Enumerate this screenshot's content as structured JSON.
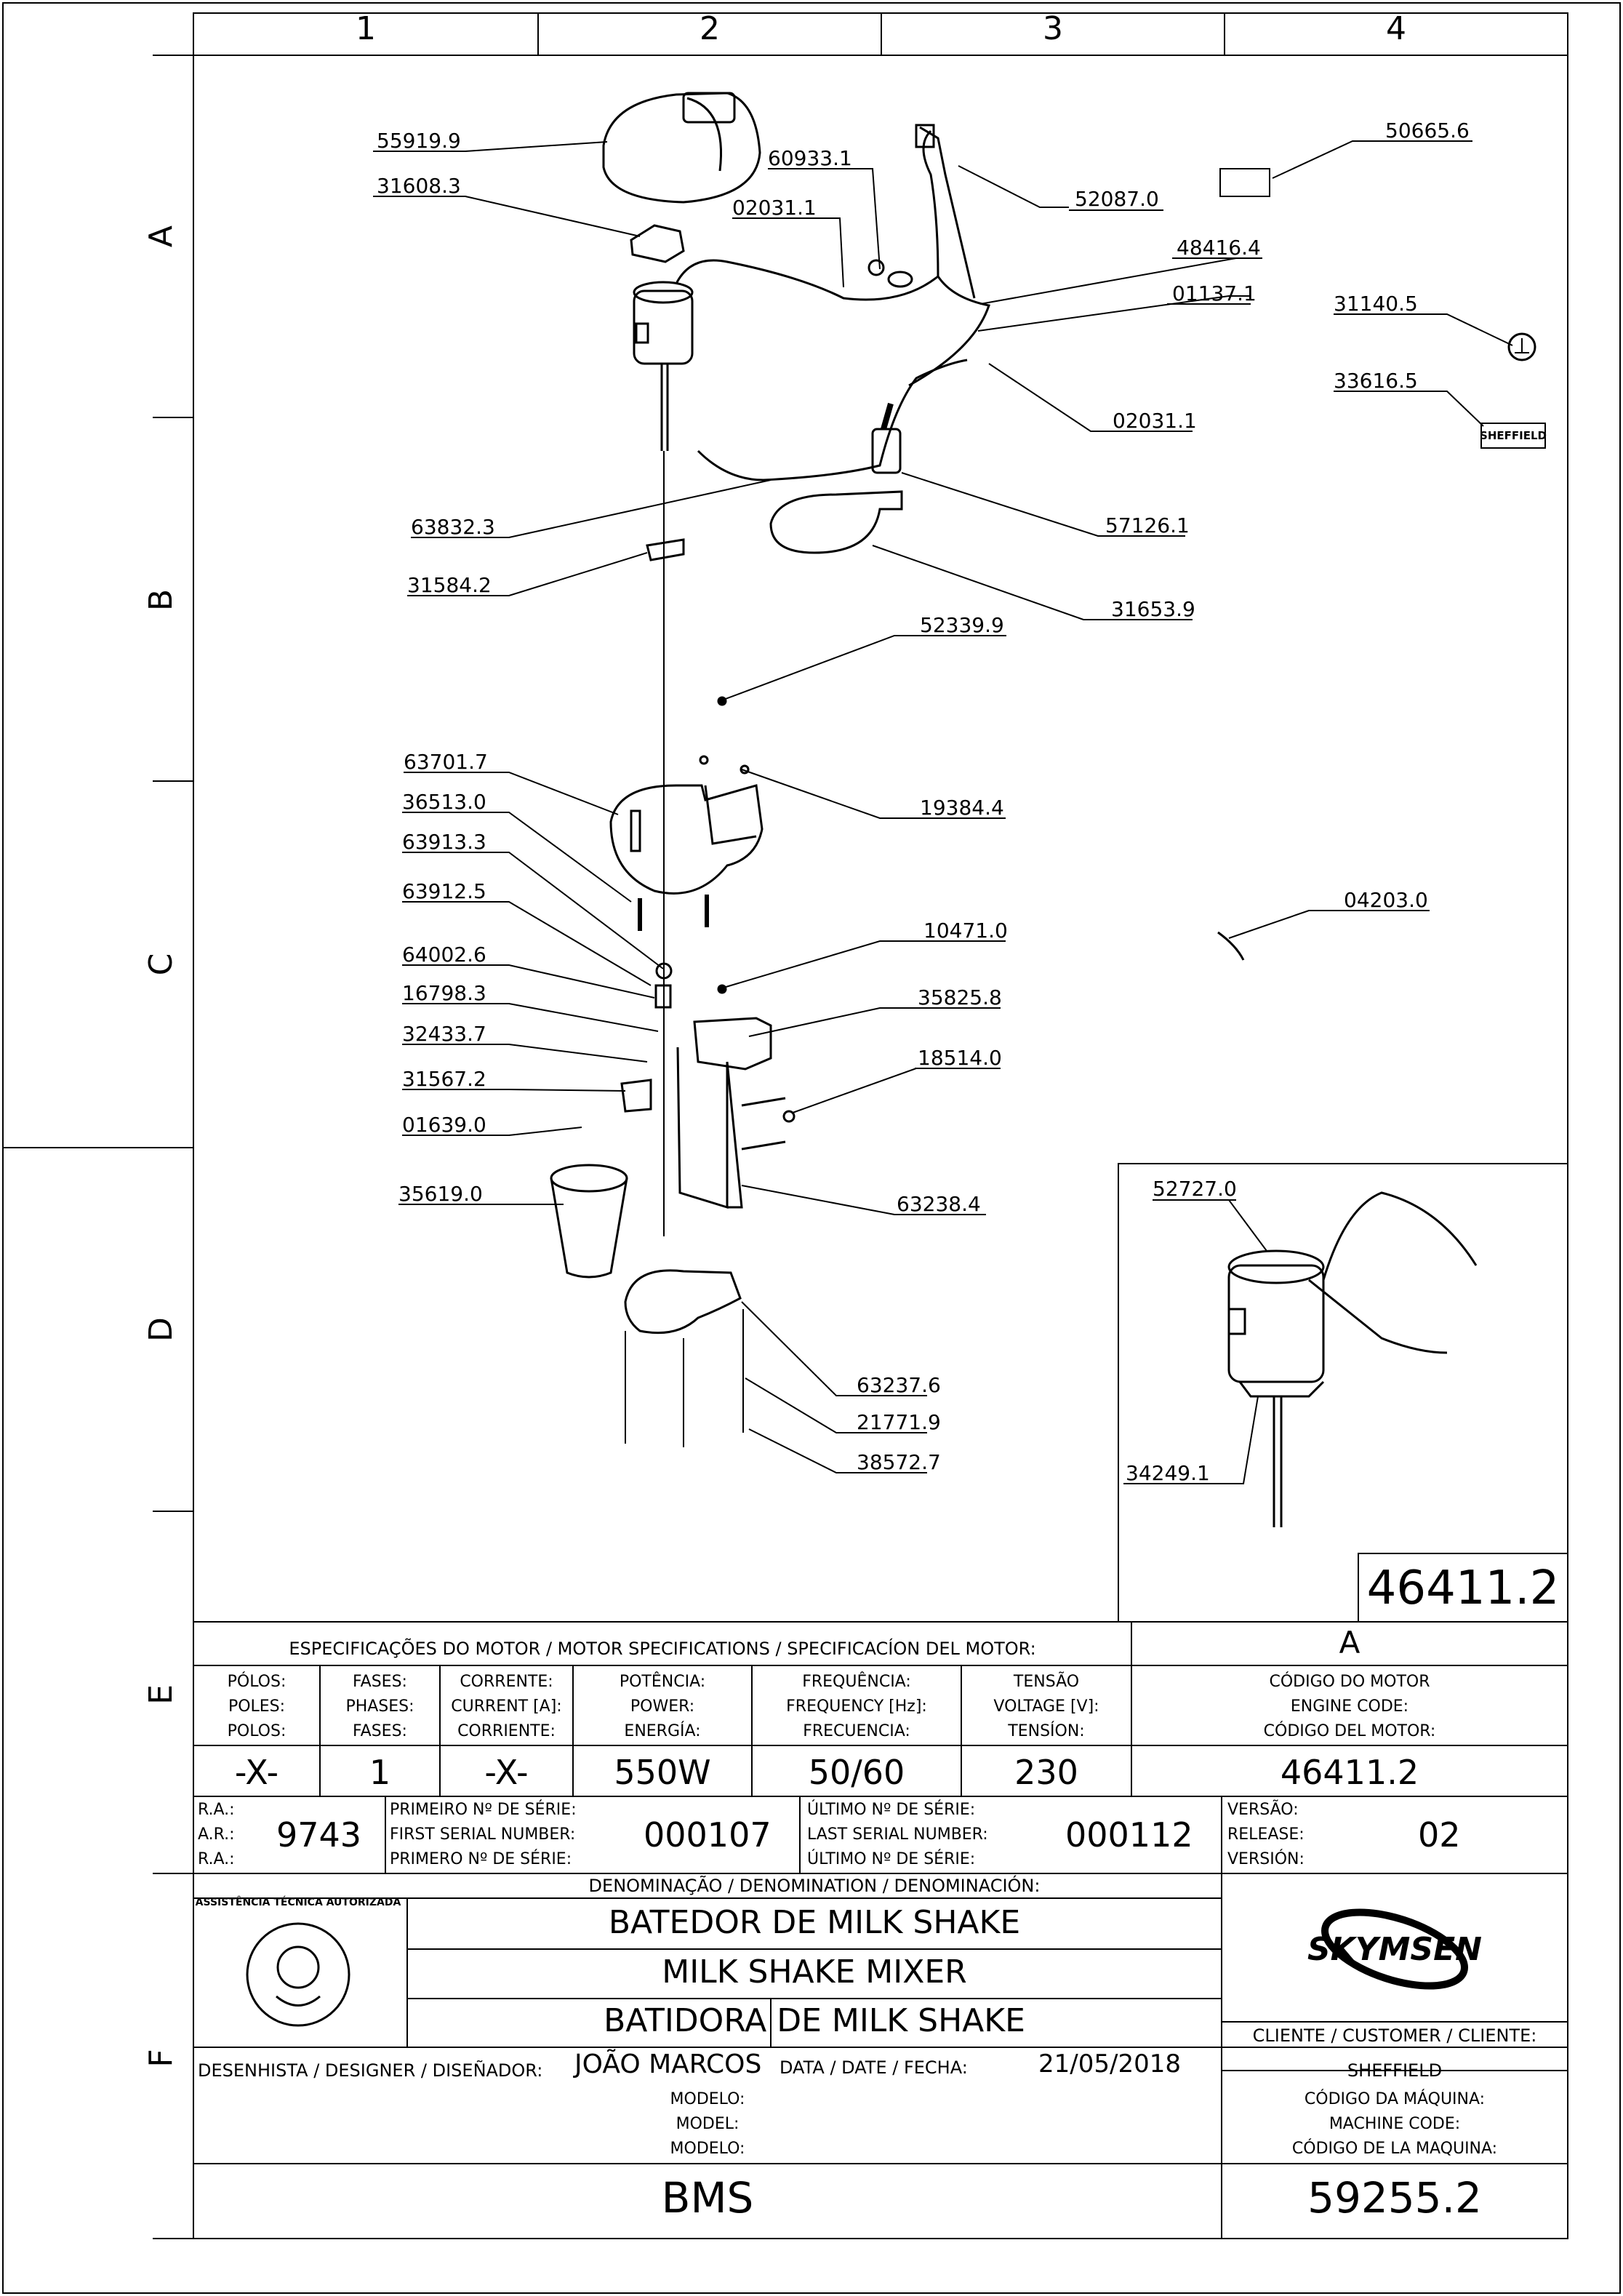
{
  "grid": {
    "columns": [
      "1",
      "2",
      "3",
      "4"
    ],
    "rows": [
      "A",
      "B",
      "C",
      "D",
      "E",
      "F"
    ]
  },
  "part_labels": [
    {
      "id": "55919.9"
    },
    {
      "id": "31608.3"
    },
    {
      "id": "60933.1"
    },
    {
      "id": "02031.1"
    },
    {
      "id": "52087.0"
    },
    {
      "id": "50665.6"
    },
    {
      "id": "48416.4"
    },
    {
      "id": "01137.1"
    },
    {
      "id": "31140.5"
    },
    {
      "id": "02031.1"
    },
    {
      "id": "33616.5"
    },
    {
      "id": "63832.3"
    },
    {
      "id": "57126.1"
    },
    {
      "id": "31584.2"
    },
    {
      "id": "31653.9"
    },
    {
      "id": "52339.9"
    },
    {
      "id": "63701.7"
    },
    {
      "id": "36513.0"
    },
    {
      "id": "19384.4"
    },
    {
      "id": "63913.3"
    },
    {
      "id": "63912.5"
    },
    {
      "id": "04203.0"
    },
    {
      "id": "10471.0"
    },
    {
      "id": "64002.6"
    },
    {
      "id": "16798.3"
    },
    {
      "id": "35825.8"
    },
    {
      "id": "32433.7"
    },
    {
      "id": "18514.0"
    },
    {
      "id": "31567.2"
    },
    {
      "id": "01639.0"
    },
    {
      "id": "35619.0"
    },
    {
      "id": "63238.4"
    },
    {
      "id": "63237.6"
    },
    {
      "id": "21771.9"
    },
    {
      "id": "38572.7"
    },
    {
      "id": "52727.0"
    },
    {
      "id": "34249.1"
    }
  ],
  "sheffield_tag": "SHEFFIELD",
  "inset": {
    "motor_code": "46411.2"
  },
  "motor_specs": {
    "header": "ESPECIFICAÇÕES DO MOTOR / MOTOR SPECIFICATIONS / SPECIFICACÍON DEL MOTOR:",
    "revision": "A",
    "columns": [
      {
        "label": [
          "PÓLOS:",
          "POLES:",
          "POLOS:"
        ],
        "value": "-X-"
      },
      {
        "label": [
          "FASES:",
          "PHASES:",
          "FASES:"
        ],
        "value": "1"
      },
      {
        "label": [
          "CORRENTE:",
          "CURRENT [A]:",
          "CORRIENTE:"
        ],
        "value": "-X-"
      },
      {
        "label": [
          "POTÊNCIA:",
          "POWER:",
          "ENERGÍA:"
        ],
        "value": "550W"
      },
      {
        "label": [
          "FREQUÊNCIA:",
          "FREQUENCY [Hz]:",
          "FRECUENCIA:"
        ],
        "value": "50/60"
      },
      {
        "label": [
          "TENSÃO",
          "VOLTAGE [V]:",
          "TENSÍON:"
        ],
        "value": "230"
      },
      {
        "label": [
          "CÓDIGO DO MOTOR",
          "ENGINE CODE:",
          "CÓDIGO DEL MOTOR:"
        ],
        "value": "46411.2"
      }
    ]
  },
  "serial": {
    "ra_labels": [
      "R.A.:",
      "A.R.:",
      "R.A.:"
    ],
    "ra_value": "9743",
    "first_labels": [
      "PRIMEIRO Nº DE SÉRIE:",
      "FIRST SERIAL NUMBER:",
      "PRIMERO Nº DE SÉRIE:"
    ],
    "first_value": "000107",
    "last_labels": [
      "ÚLTIMO Nº DE SÉRIE:",
      "LAST SERIAL NUMBER:",
      "ÚLTIMO Nº DE SÉRIE:"
    ],
    "last_value": "000112",
    "release_labels": [
      "VERSÃO:",
      "RELEASE:",
      "VERSIÓN:"
    ],
    "release_value": "02"
  },
  "title_block": {
    "denomination_header": "DENOMINAÇÃO / DENOMINATION / DENOMINACIÓN:",
    "names": [
      "BATEDOR DE MILK SHAKE",
      "MILK SHAKE MIXER",
      "BATIDORA DE MILK SHAKE"
    ],
    "logo_text": "SKYMSEN",
    "seal_text": "ASSISTÊNCIA TÉCNICA AUTORIZADA",
    "customer_label": "CLIENTE / CUSTOMER / CLIENTE:",
    "customer_value": "SHEFFIELD",
    "designer_label": "DESENHISTA / DESIGNER / DISEÑADOR:",
    "designer_value": "JOÃO MARCOS",
    "date_label": "DATA / DATE / FECHA:",
    "date_value": "21/05/2018",
    "model_labels": [
      "MODELO:",
      "MODEL:",
      "MODELO:"
    ],
    "model_value": "BMS",
    "machine_code_labels": [
      "CÓDIGO DA MÁQUINA:",
      "MACHINE CODE:",
      "CÓDIGO DE LA MAQUINA:"
    ],
    "machine_code_value": "59255.2"
  }
}
